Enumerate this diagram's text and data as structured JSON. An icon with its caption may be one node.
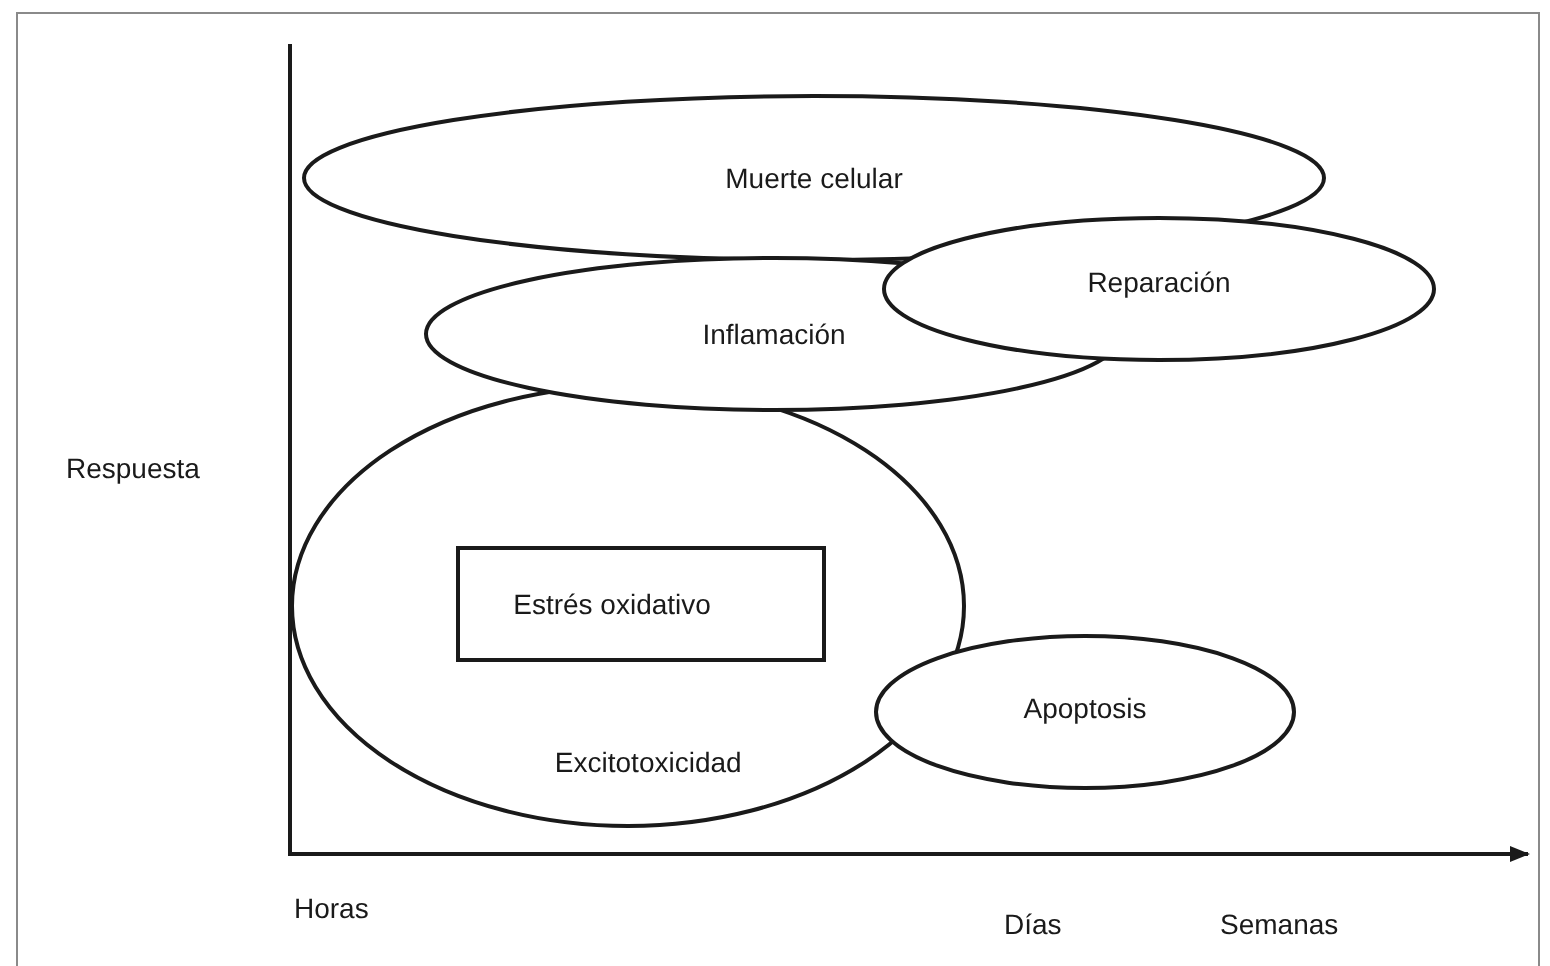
{
  "diagram": {
    "nodes": [
      {
        "text": [
          "Muerte celular"
        ]
      },
      {
        "text": [
          "Reparación"
        ]
      },
      {
        "text": [
          "Inflamación"
        ]
      },
      {
        "text": [
          "Excitotoxicidad"
        ]
      },
      {
        "text": [
          "Estrés oxidativo"
        ],
        "in": 3
      },
      {
        "text": [
          "Apoptosis"
        ]
      }
    ],
    "labels": [
      "Respuesta",
      "Horas",
      "Días",
      "Semanas"
    ]
  }
}
